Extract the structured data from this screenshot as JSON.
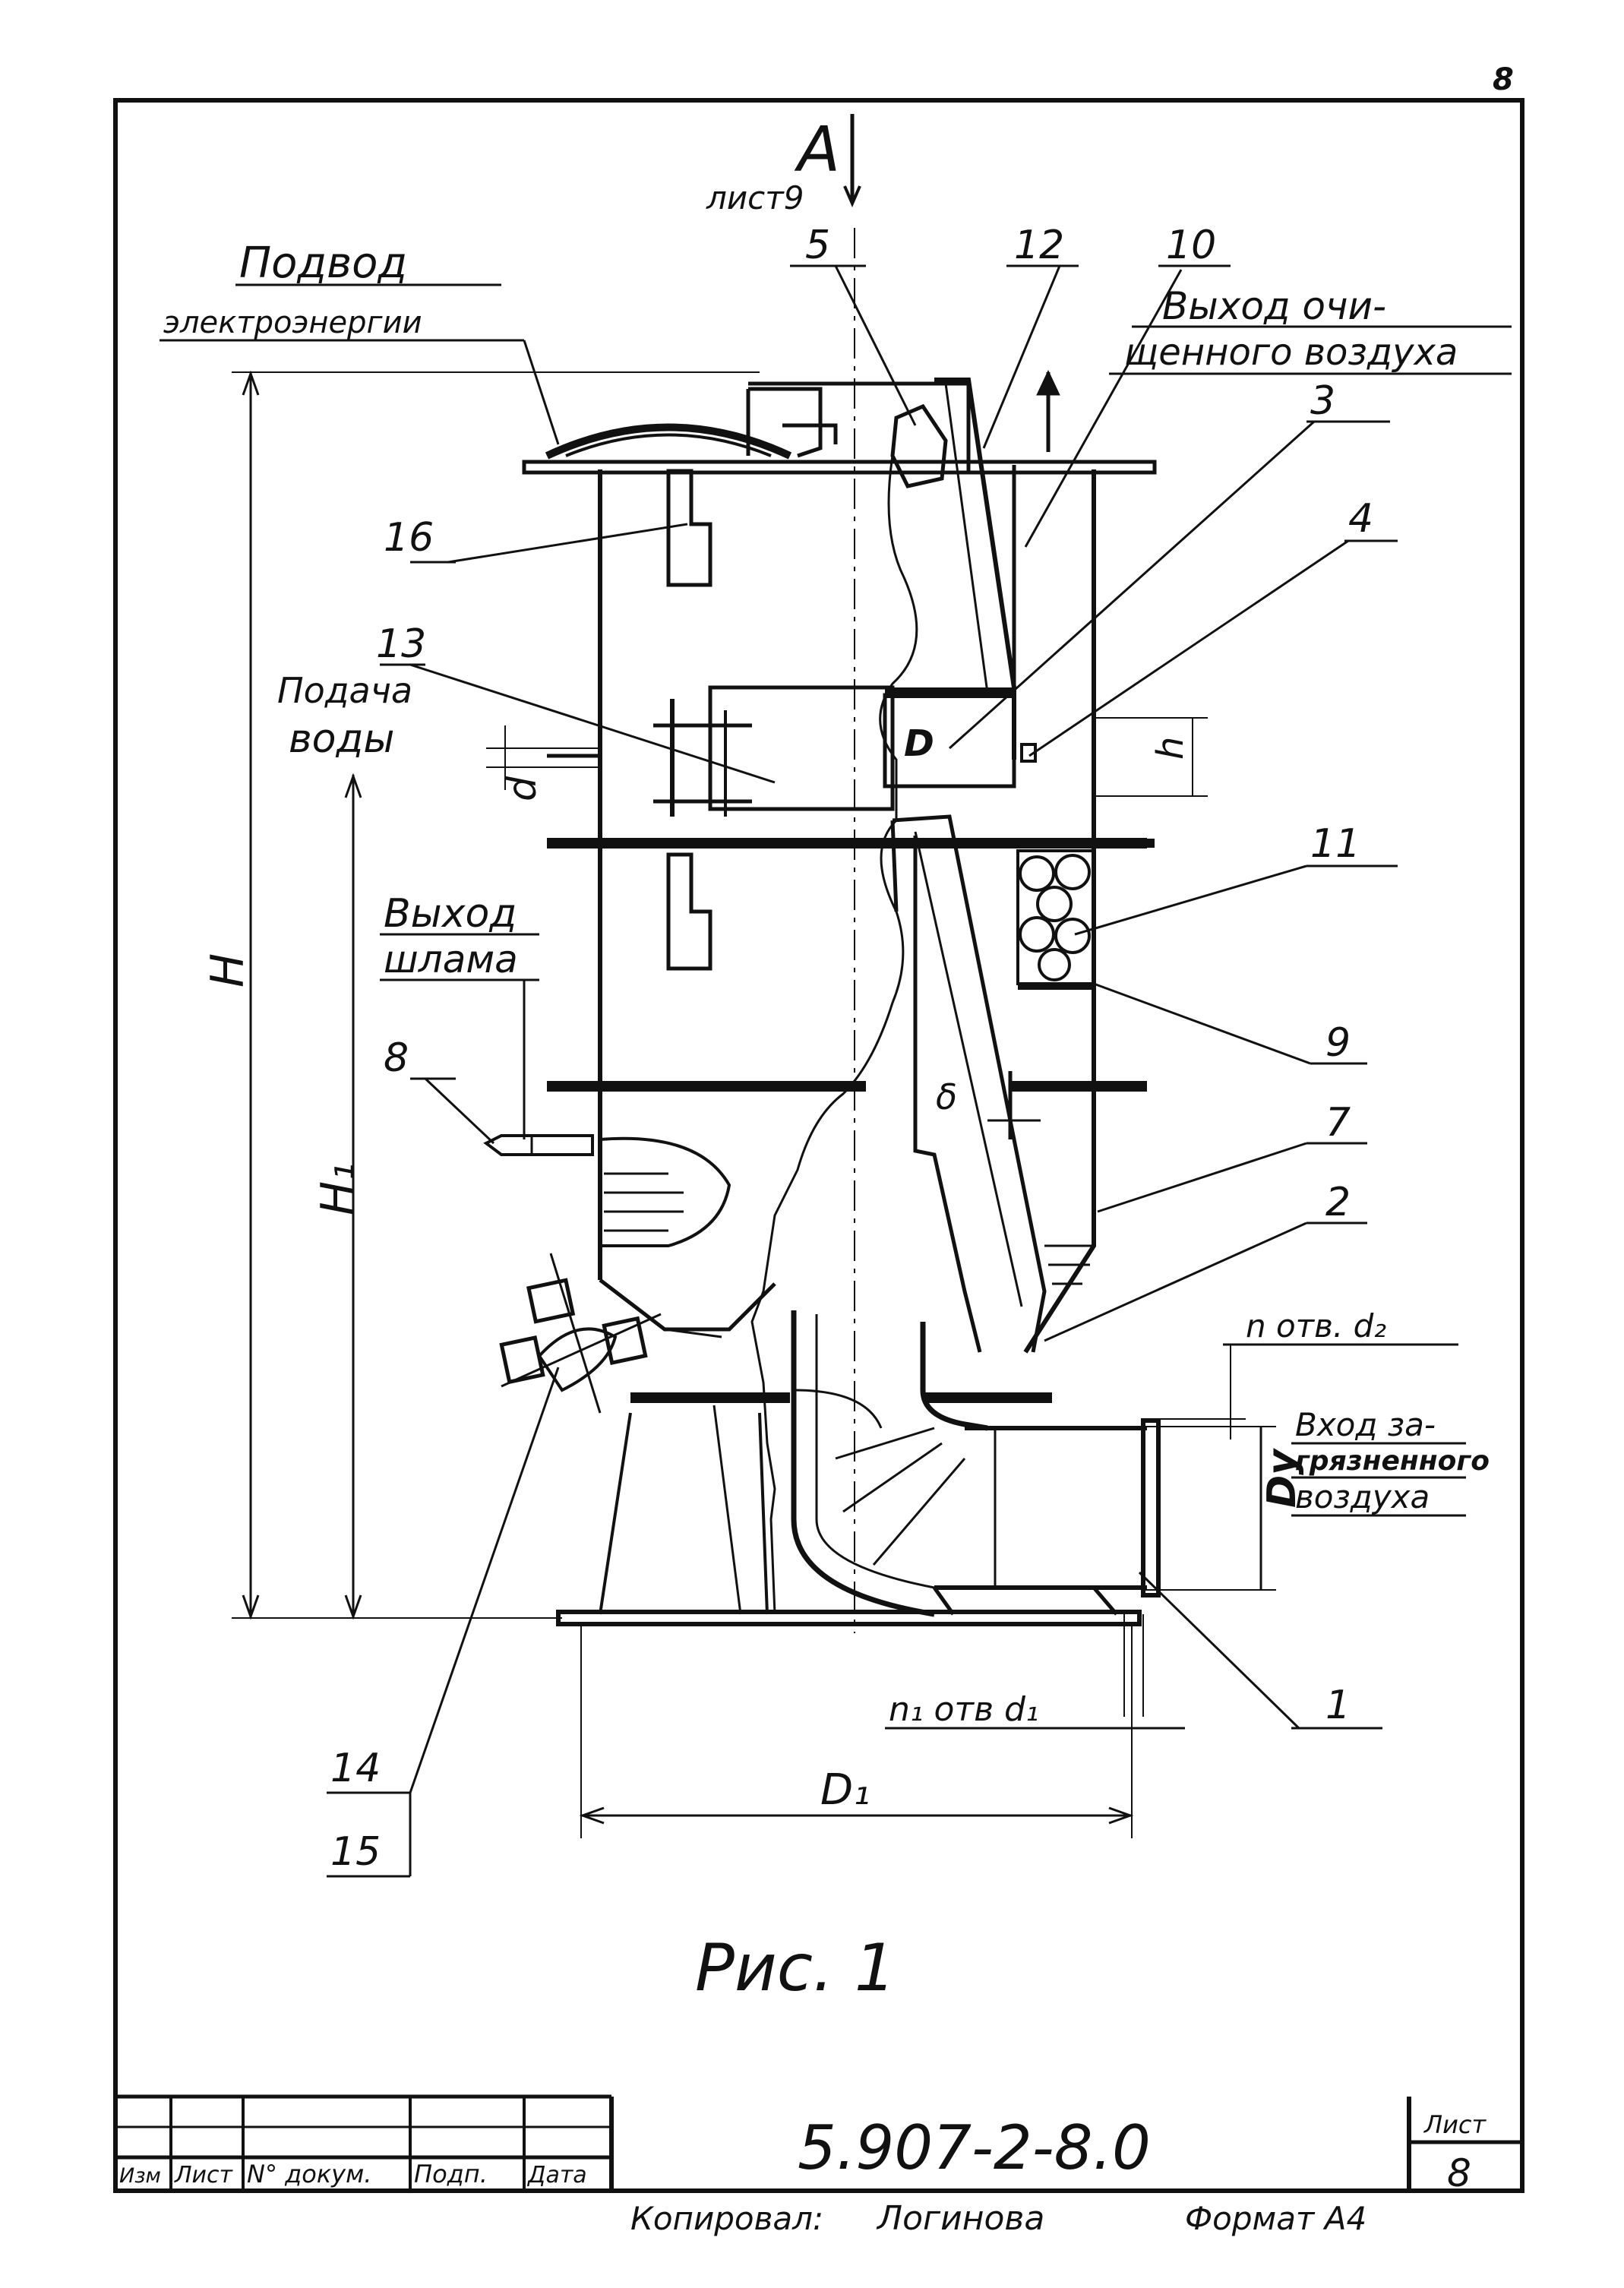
{
  "sheet_corner": "8",
  "section": {
    "letter": "A",
    "ref": "лист9"
  },
  "callouts": {
    "c5": "5",
    "c12": "12",
    "c10": "10",
    "c3": "3",
    "c4": "4",
    "c16": "16",
    "c13": "13",
    "c11": "11",
    "c9": "9",
    "c8": "8",
    "c7": "7",
    "c2": "2",
    "c1": "1",
    "c14": "14",
    "c15": "15"
  },
  "labels": {
    "power_1": "Подвод",
    "power_2": "электроэнергии",
    "clean_air_1": "Выход очи-",
    "clean_air_2": "щенного воздуха",
    "water_1": "Подача",
    "water_2": "воды",
    "sludge_1": "Выход",
    "sludge_2": "шлама",
    "dirty_air_1": "Вход за-",
    "dirty_air_2": "грязненного",
    "dirty_air_3": "воздуха"
  },
  "dims": {
    "H": "H",
    "H1": "H₁",
    "D": "D",
    "h": "h",
    "d": "d",
    "delta": "δ",
    "D1": "D₁",
    "Dy": "Dу",
    "n_holes_d2": "n отв. d₂",
    "n1_holes_d1": "n₁ отв d₁"
  },
  "caption": "Рис. 1",
  "title_block": {
    "doc_number": "5.907-2-8.0",
    "sheet_label": "Лист",
    "sheet_no": "8",
    "cols": [
      "Изм",
      "Лист",
      "N° докум.",
      "Подп.",
      "Дата"
    ]
  },
  "footer": {
    "copied": "Копировал:",
    "copier": "Логинова",
    "format": "Формат А4"
  }
}
